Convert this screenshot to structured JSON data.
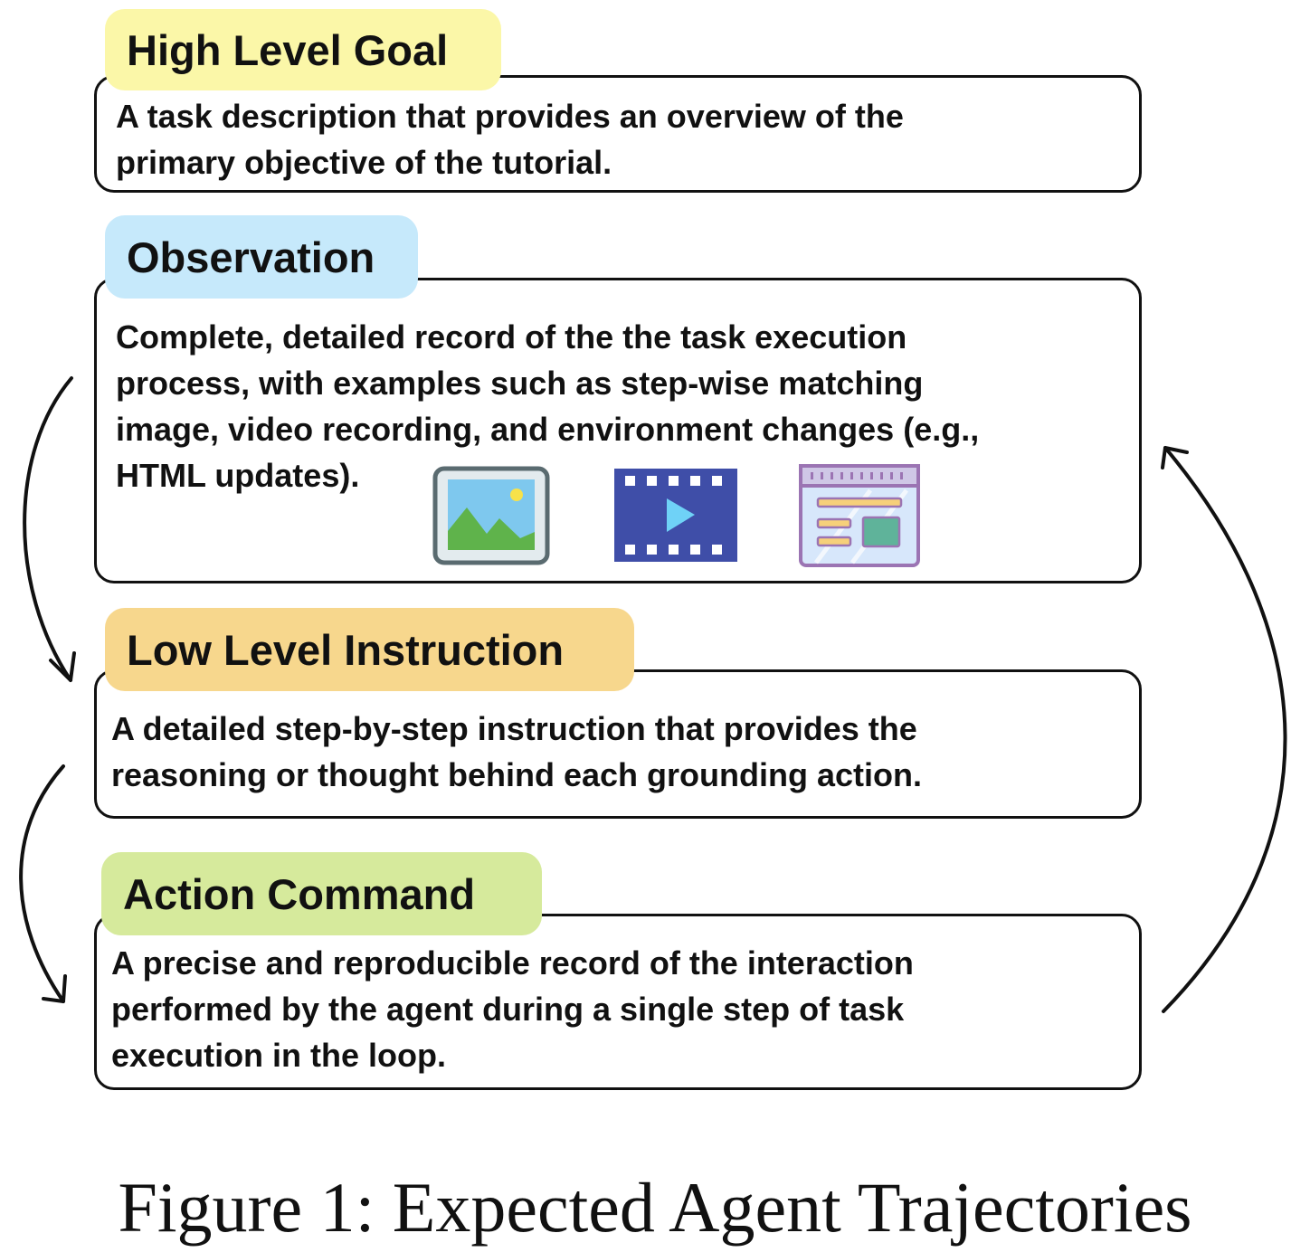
{
  "sections": [
    {
      "title": "High Level Goal",
      "description_lines": [
        "A task description that provides an overview of the",
        "primary objective of the tutorial."
      ],
      "tag_color": "#fbf7a8"
    },
    {
      "title": "Observation",
      "description_lines": [
        "Complete, detailed record of the the task execution",
        "process, with examples such as step-wise matching",
        "image, video recording, and environment changes (e.g.,",
        "HTML updates)."
      ],
      "tag_color": "#c6e9fb"
    },
    {
      "title": "Low Level Instruction",
      "description_lines": [
        "A detailed step-by-step instruction that provides the",
        "reasoning or thought behind each grounding action."
      ],
      "tag_color": "#f7d78d"
    },
    {
      "title": "Action Command",
      "description_lines": [
        "A precise and reproducible record of the interaction",
        "performed by the agent during a single step of task",
        "execution in the loop."
      ],
      "tag_color": "#d6ea9c"
    }
  ],
  "observation_icons": [
    "image-icon",
    "video-icon",
    "webpage-icon"
  ],
  "caption": "Figure 1: Expected Agent Trajectories"
}
